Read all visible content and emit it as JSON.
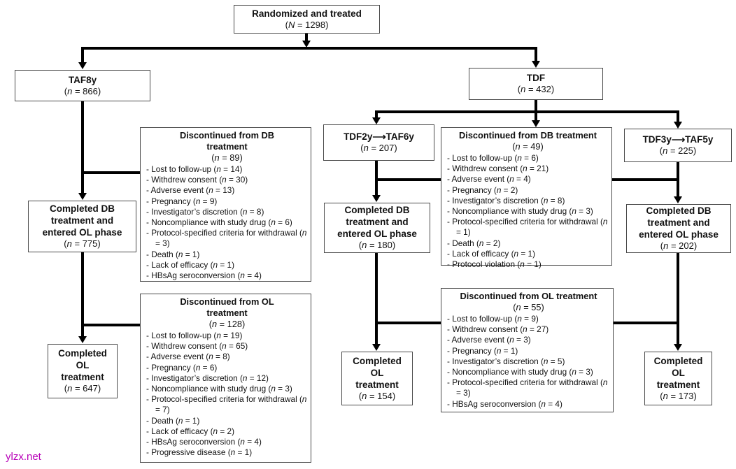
{
  "diagram": {
    "nodes": {
      "randomized": {
        "title": "Randomized and treated",
        "var": "N",
        "num": "1298"
      },
      "taf8y": {
        "title": "TAF8y",
        "var": "n",
        "num": "866"
      },
      "tdf": {
        "title": "TDF",
        "var": "n",
        "num": "432"
      },
      "tdf2y_taf6y": {
        "title": "TDF2y⟶TAF6y",
        "var": "n",
        "num": "207"
      },
      "tdf3y_taf5y": {
        "title": "TDF3y⟶TAF5y",
        "var": "n",
        "num": "225"
      },
      "completed_db_taf": {
        "title": [
          "Completed DB",
          "treatment and",
          "entered OL phase"
        ],
        "var": "n",
        "num": "775"
      },
      "completed_ol_taf": {
        "title": [
          "Completed",
          "OL",
          "treatment"
        ],
        "var": "n",
        "num": "647"
      },
      "completed_db_tdf2": {
        "title": [
          "Completed DB",
          "treatment and",
          "entered OL phase"
        ],
        "var": "n",
        "num": "180"
      },
      "completed_ol_tdf2": {
        "title": [
          "Completed",
          "OL",
          "treatment"
        ],
        "var": "n",
        "num": "154"
      },
      "completed_db_tdf3": {
        "title": [
          "Completed DB",
          "treatment and",
          "entered OL phase"
        ],
        "var": "n",
        "num": "202"
      },
      "completed_ol_tdf3": {
        "title": [
          "Completed",
          "OL",
          "treatment"
        ],
        "var": "n",
        "num": "173"
      },
      "disc_db_taf": {
        "title": [
          "Discontinued from DB",
          "treatment"
        ],
        "var": "n",
        "num": "89",
        "items": [
          {
            "label": "Lost to follow-up",
            "n": "14"
          },
          {
            "label": "Withdrew consent",
            "n": "30"
          },
          {
            "label": "Adverse event",
            "n": "13"
          },
          {
            "label": "Pregnancy",
            "n": "9"
          },
          {
            "label": "Investigator’s discretion",
            "n": "8"
          },
          {
            "label": "Noncompliance with study drug",
            "n": "6"
          },
          {
            "label": "Protocol-specified criteria for withdrawal",
            "n": "3"
          },
          {
            "label": "Death",
            "n": "1"
          },
          {
            "label": "Lack of efficacy",
            "n": "1"
          },
          {
            "label": "HBsAg seroconversion",
            "n": "4"
          }
        ]
      },
      "disc_ol_taf": {
        "title": [
          "Discontinued from OL",
          "treatment"
        ],
        "var": "n",
        "num": "128",
        "items": [
          {
            "label": "Lost to follow-up",
            "n": "19"
          },
          {
            "label": "Withdrew consent",
            "n": "65"
          },
          {
            "label": "Adverse event",
            "n": "8"
          },
          {
            "label": "Pregnancy",
            "n": "6"
          },
          {
            "label": "Investigator’s discretion",
            "n": "12"
          },
          {
            "label": "Noncompliance with study drug",
            "n": "3"
          },
          {
            "label": "Protocol-specified criteria for withdrawal",
            "n": "7"
          },
          {
            "label": "Death",
            "n": "1"
          },
          {
            "label": "Lack of efficacy",
            "n": "2"
          },
          {
            "label": "HBsAg seroconversion",
            "n": "4"
          },
          {
            "label": "Progressive disease",
            "n": "1"
          }
        ]
      },
      "disc_db_tdf": {
        "title": "Discontinued from DB treatment",
        "var": "n",
        "num": "49",
        "items": [
          {
            "label": "Lost to follow-up",
            "n": "6"
          },
          {
            "label": "Withdrew consent",
            "n": "21"
          },
          {
            "label": "Adverse event",
            "n": "4"
          },
          {
            "label": "Pregnancy",
            "n": "2"
          },
          {
            "label": "Investigator’s discretion",
            "n": "8"
          },
          {
            "label": "Noncompliance with study drug",
            "n": "3"
          },
          {
            "label": "Protocol-specified criteria for withdrawal",
            "n": "1"
          },
          {
            "label": "Death",
            "n": "2"
          },
          {
            "label": "Lack of efficacy",
            "n": "1"
          },
          {
            "label": "Protocol violation",
            "n": "1"
          }
        ]
      },
      "disc_ol_tdf": {
        "title": "Discontinued from OL treatment",
        "var": "n",
        "num": "55",
        "items": [
          {
            "label": "Lost to follow-up",
            "n": "9"
          },
          {
            "label": "Withdrew consent",
            "n": "27"
          },
          {
            "label": "Adverse event",
            "n": "3"
          },
          {
            "label": "Pregnancy",
            "n": "1"
          },
          {
            "label": "Investigator’s discretion",
            "n": "5"
          },
          {
            "label": "Noncompliance with study drug",
            "n": "3"
          },
          {
            "label": "Protocol-specified criteria for withdrawal",
            "n": "3"
          },
          {
            "label": "HBsAg seroconversion",
            "n": "4"
          }
        ]
      }
    },
    "watermark": {
      "text": "ylzx.net",
      "color": "#b800b8"
    }
  }
}
